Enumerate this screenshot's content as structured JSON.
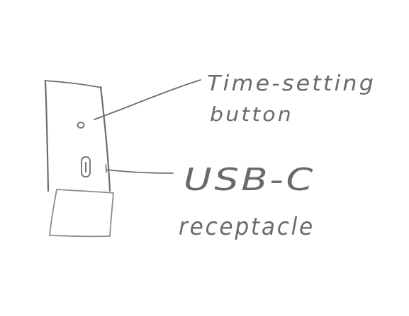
{
  "labels": {
    "button_line1": "Time-setting",
    "button_line2": "button",
    "usb_line1": "USB-C",
    "usb_line2": "receptacle"
  },
  "colors": {
    "ink": "#6e6e6e",
    "paper": "#ffffff"
  }
}
